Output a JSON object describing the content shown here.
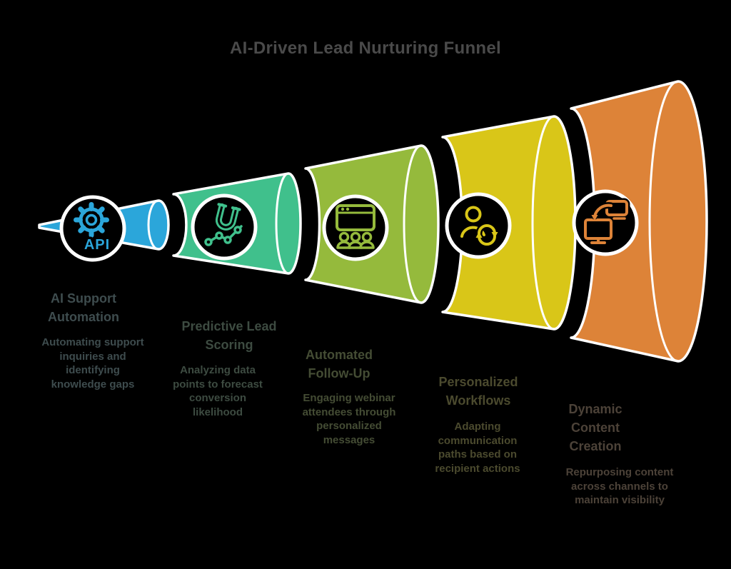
{
  "title": "AI-Driven Lead Nurturing Funnel",
  "title_color": "#4A4A4A",
  "background_color": "#000000",
  "outline_color": "#FFFFFF",
  "stages": [
    {
      "label": "AI Support\nAutomation",
      "description": "Automating support\ninquiries and\nidentifying\nknowledge gaps",
      "color": "#2BA6DA",
      "text_color": "#3E4C4E",
      "icon": "gear-api-icon",
      "icon_text": "API"
    },
    {
      "label": "Predictive Lead\nScoring",
      "description": "Analyzing data\npoints to forecast\nconversion\nlikelihood",
      "color": "#40C08C",
      "text_color": "#3D4B41",
      "icon": "magnet-analytics-icon"
    },
    {
      "label": "Automated\nFollow-Up",
      "description": "Engaging webinar\nattendees through\npersonalized\nmessages",
      "color": "#95BA3C",
      "text_color": "#444C34",
      "icon": "webinar-audience-icon"
    },
    {
      "label": "Personalized\nWorkflows",
      "description": "Adapting\ncommunication\npaths based on\nrecipient actions",
      "color": "#D9C618",
      "text_color": "#4B4A2E",
      "icon": "user-sync-icon"
    },
    {
      "label": "Dynamic\nContent\nCreation",
      "description": "Repurposing content\nacross channels to\nmaintain visibility",
      "color": "#DD8338",
      "text_color": "#4C4238",
      "icon": "content-share-icon"
    }
  ]
}
